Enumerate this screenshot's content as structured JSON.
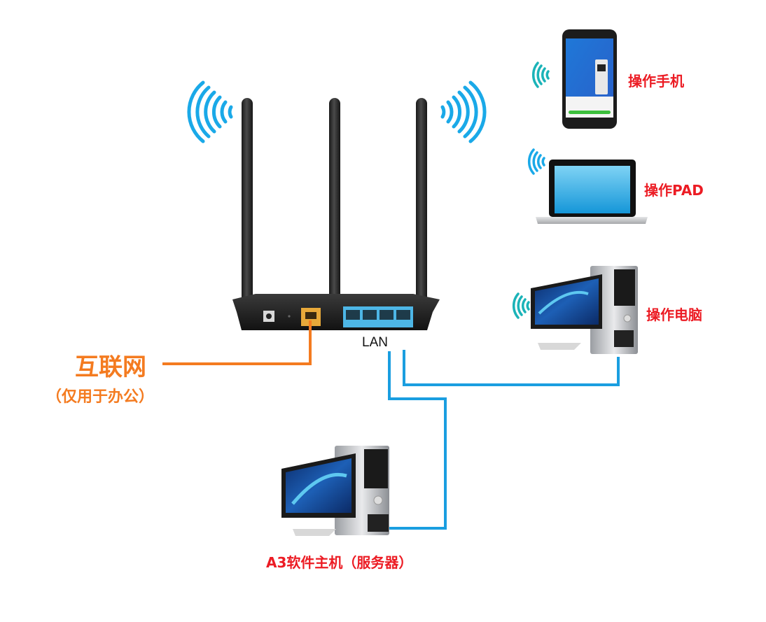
{
  "router": {
    "lan_label": "LAN",
    "wan_port_color": "#e8a93a",
    "lan_port_color": "#4db6e6"
  },
  "internet": {
    "title": "互联网",
    "subtitle": "（仅用于办公）",
    "color": "#f47b20"
  },
  "devices": {
    "phone": {
      "label": "操作手机",
      "connection": "wifi"
    },
    "pad": {
      "label": "操作PAD",
      "connection": "wifi"
    },
    "pc": {
      "label": "操作电脑",
      "connection": "wired"
    },
    "server": {
      "label": "A3软件主机（服务器）",
      "connection": "wired"
    }
  },
  "colors": {
    "device_label": "#ec1c24",
    "lan_cable": "#1a9ee0",
    "wifi_signal": "#1aa9e8",
    "wifi_signal_teal": "#1bb3b8"
  }
}
